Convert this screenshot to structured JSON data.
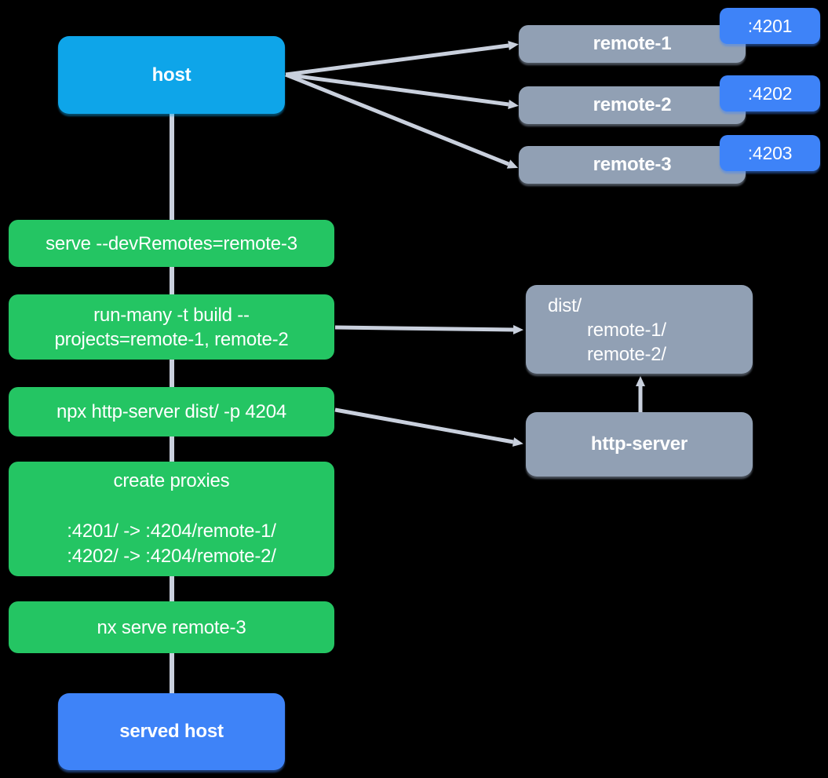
{
  "diagram": {
    "background": "#000000",
    "colors": {
      "host_node": "#0EA5E9",
      "served_host_node": "#3E83F8",
      "port_badge": "#3E83F8",
      "remote_node": "#91A0B4",
      "command_node": "#24C563",
      "connector": "#C9D0DD",
      "text": "#FFFFFF"
    },
    "host": {
      "label": "host"
    },
    "remotes": [
      {
        "name": "remote-1",
        "port": ":4201"
      },
      {
        "name": "remote-2",
        "port": ":4202"
      },
      {
        "name": "remote-3",
        "port": ":4203"
      }
    ],
    "steps": [
      {
        "lines": [
          "serve --devRemotes=remote-3"
        ]
      },
      {
        "lines": [
          "run-many -t build --",
          "projects=remote-1, remote-2"
        ]
      },
      {
        "lines": [
          "npx http-server dist/ -p 4204"
        ]
      },
      {
        "title": "create proxies",
        "lines": [
          ":4201/ -> :4204/remote-1/",
          ":4202/ -> :4204/remote-2/"
        ]
      },
      {
        "lines": [
          "nx serve remote-3"
        ]
      }
    ],
    "dist": {
      "root": "dist/",
      "children": [
        "remote-1/",
        "remote-2/"
      ]
    },
    "http_server": {
      "label": "http-server"
    },
    "served_host": {
      "label": "served host"
    }
  }
}
